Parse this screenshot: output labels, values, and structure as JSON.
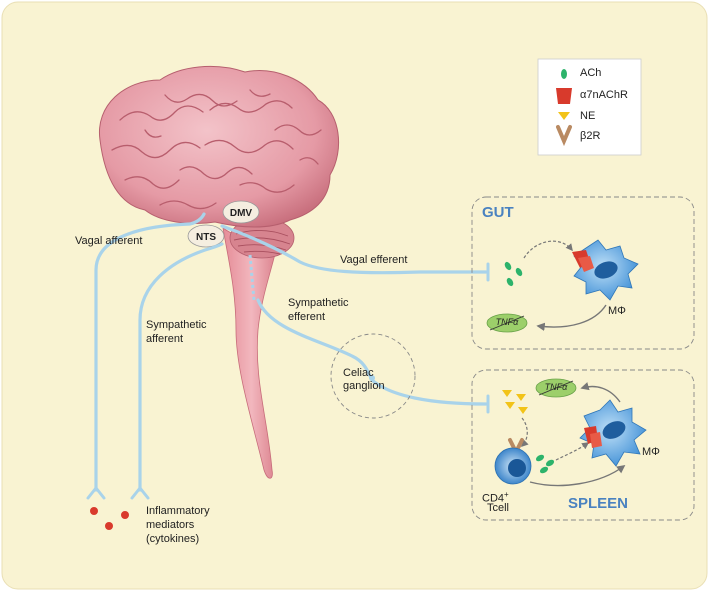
{
  "colors": {
    "background": "#f9f3d2",
    "nerve": "#a9d3ea",
    "brain": "#e8a2ac",
    "ach": "#2db36b",
    "receptor": "#d83a2c",
    "ne": "#f2c318",
    "b2r": "#b98a62",
    "macrophage": "#4f93d3",
    "tcell": "#3e86c8",
    "cytokine": "#d93a2c",
    "tnf": "#9ccf6a"
  },
  "legend": {
    "items": [
      {
        "icon": "ach-icon",
        "label": "ACh"
      },
      {
        "icon": "a7nachr-icon",
        "label": "α7nAChR"
      },
      {
        "icon": "ne-icon",
        "label": "NE"
      },
      {
        "icon": "b2r-icon",
        "label": "β2R"
      }
    ]
  },
  "brain": {
    "nts_label": "NTS",
    "dmv_label": "DMV"
  },
  "pathways": {
    "vagal_afferent": "Vagal afferent",
    "vagal_efferent": "Vagal efferent",
    "sympathetic_efferent_line1": "Sympathetic",
    "sympathetic_efferent_line2": "efferent",
    "sympathetic_afferent_line1": "Sympathetic",
    "sympathetic_afferent_line2": "afferent",
    "celiac_line1": "Celiac",
    "celiac_line2": "ganglion"
  },
  "mediators": {
    "line1": "Inflammatory",
    "line2": "mediators",
    "line3": "(cytokines)"
  },
  "gut": {
    "title": "GUT",
    "tnf": "TNFα",
    "macrophage": "MΦ"
  },
  "spleen": {
    "title": "SPLEEN",
    "tnf": "TNFα",
    "macrophage": "MΦ",
    "tcell_line1": "CD4",
    "tcell_sup": "+",
    "tcell_line2": "Tcell"
  }
}
